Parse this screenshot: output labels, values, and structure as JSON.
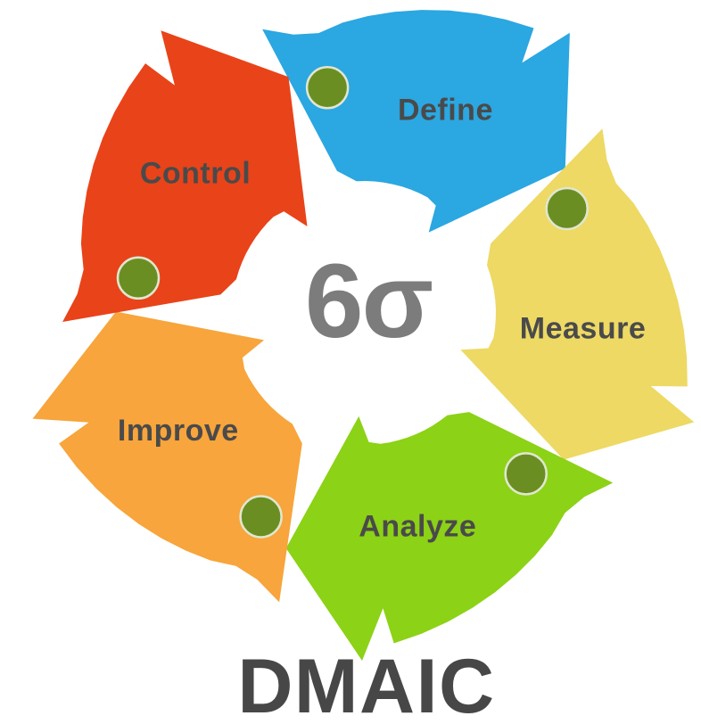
{
  "diagram": {
    "type": "cycle-process-diagram",
    "methodology": "Six Sigma DMAIC cycle",
    "center_label": "6σ",
    "title": "DMAIC",
    "flow_direction": "clockwise",
    "segments": [
      {
        "id": "define",
        "label": "Define",
        "color": "#2BA7E1"
      },
      {
        "id": "measure",
        "label": "Measure",
        "color": "#EDD964"
      },
      {
        "id": "analyze",
        "label": "Analyze",
        "color": "#8CD216"
      },
      {
        "id": "improve",
        "label": "Improve",
        "color": "#F7A53C"
      },
      {
        "id": "control",
        "label": "Control",
        "color": "#E9431A"
      }
    ],
    "connector_dot_color": "#6B8E23",
    "connector_dot_stroke": "#E0E7CF",
    "segment_label_color": "#4A4A4A",
    "center_label_color": "#7C7C7C",
    "title_color": "#474747",
    "background_color": "#FFFFFF"
  }
}
